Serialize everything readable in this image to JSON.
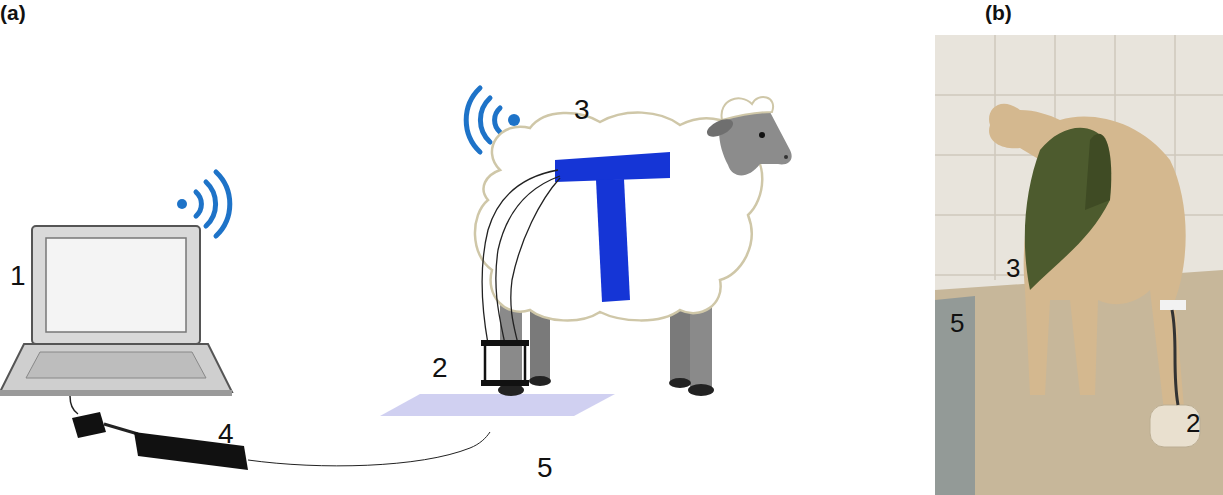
{
  "diagram": {
    "labels": [
      "(a)",
      "1",
      "2",
      "3",
      "4",
      "5",
      "(b)",
      "3",
      "5",
      "2"
    ]
  }
}
